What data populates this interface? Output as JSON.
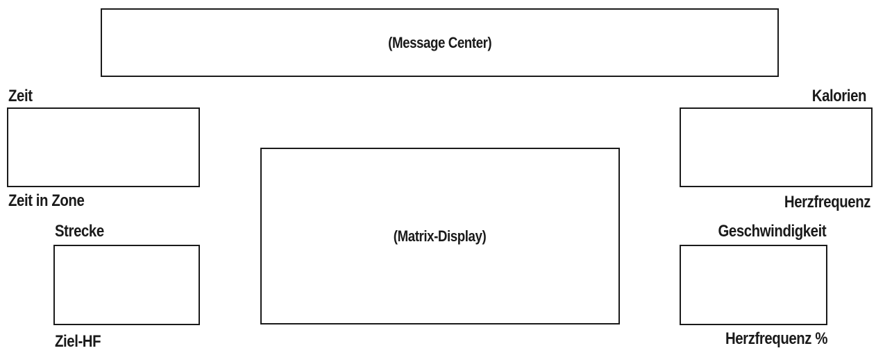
{
  "display": {
    "message_center": "(Message Center)",
    "matrix_display": "(Matrix-Display)"
  },
  "left": {
    "top_label": "Zeit",
    "top_bottom_label": "Zeit in Zone",
    "bottom_label": "Strecke",
    "bottom_bottom_label": "Ziel-HF"
  },
  "right": {
    "top_label": "Kalorien",
    "top_bottom_label": "Herzfrequenz",
    "bottom_label": "Geschwindigkeit",
    "bottom_bottom_label": "Herzfrequenz %"
  },
  "colors": {
    "line": "#1a1a1a",
    "background": "#ffffff"
  }
}
